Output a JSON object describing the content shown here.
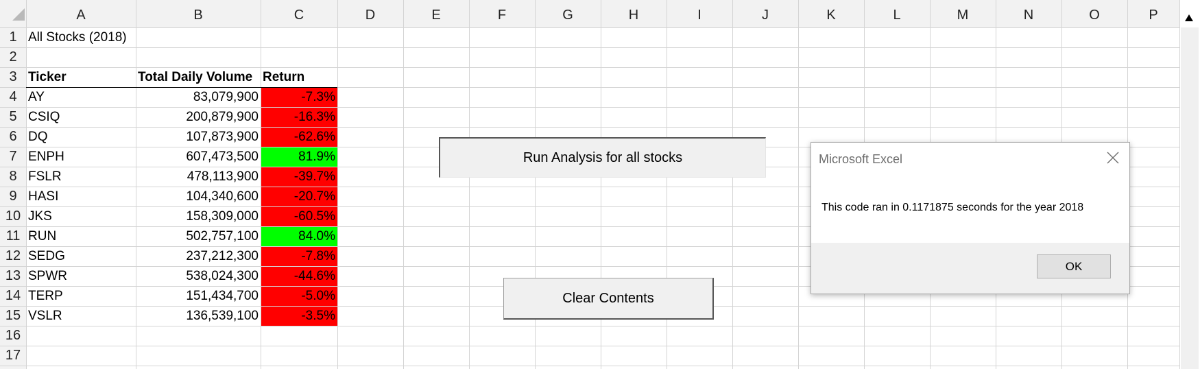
{
  "sheet": {
    "columns": [
      "A",
      "B",
      "C",
      "D",
      "E",
      "F",
      "G",
      "H",
      "I",
      "J",
      "K",
      "L",
      "M",
      "N",
      "O",
      "P"
    ],
    "rows": [
      "1",
      "2",
      "3",
      "4",
      "5",
      "6",
      "7",
      "8",
      "9",
      "10",
      "11",
      "12",
      "13",
      "14",
      "15",
      "16",
      "17"
    ]
  },
  "title_cell": "All Stocks (2018)",
  "table": {
    "headers": [
      "Ticker",
      "Total Daily Volume",
      "Return"
    ],
    "rows": [
      {
        "ticker": "AY",
        "volume": "83,079,900",
        "return": "-7.3%",
        "positive": false
      },
      {
        "ticker": "CSIQ",
        "volume": "200,879,900",
        "return": "-16.3%",
        "positive": false
      },
      {
        "ticker": "DQ",
        "volume": "107,873,900",
        "return": "-62.6%",
        "positive": false
      },
      {
        "ticker": "ENPH",
        "volume": "607,473,500",
        "return": "81.9%",
        "positive": true
      },
      {
        "ticker": "FSLR",
        "volume": "478,113,900",
        "return": "-39.7%",
        "positive": false
      },
      {
        "ticker": "HASI",
        "volume": "104,340,600",
        "return": "-20.7%",
        "positive": false
      },
      {
        "ticker": "JKS",
        "volume": "158,309,000",
        "return": "-60.5%",
        "positive": false
      },
      {
        "ticker": "RUN",
        "volume": "502,757,100",
        "return": "84.0%",
        "positive": true
      },
      {
        "ticker": "SEDG",
        "volume": "237,212,300",
        "return": "-7.8%",
        "positive": false
      },
      {
        "ticker": "SPWR",
        "volume": "538,024,300",
        "return": "-44.6%",
        "positive": false
      },
      {
        "ticker": "TERP",
        "volume": "151,434,700",
        "return": "-5.0%",
        "positive": false
      },
      {
        "ticker": "VSLR",
        "volume": "136,539,100",
        "return": "-3.5%",
        "positive": false
      }
    ]
  },
  "colors": {
    "negative_fill": "#ff0000",
    "positive_fill": "#00ff00",
    "gridline": "#d4d4d4",
    "header_bg": "#f2f2f2"
  },
  "buttons": {
    "run_analysis": "Run Analysis for all stocks",
    "clear_contents": "Clear Contents"
  },
  "dialog": {
    "title": "Microsoft Excel",
    "message": "This code ran in 0.1171875 seconds for the year 2018",
    "ok_label": "OK",
    "close_icon": "close-icon"
  },
  "scrollbar": {
    "up_icon": "scroll-up-arrow-icon"
  }
}
